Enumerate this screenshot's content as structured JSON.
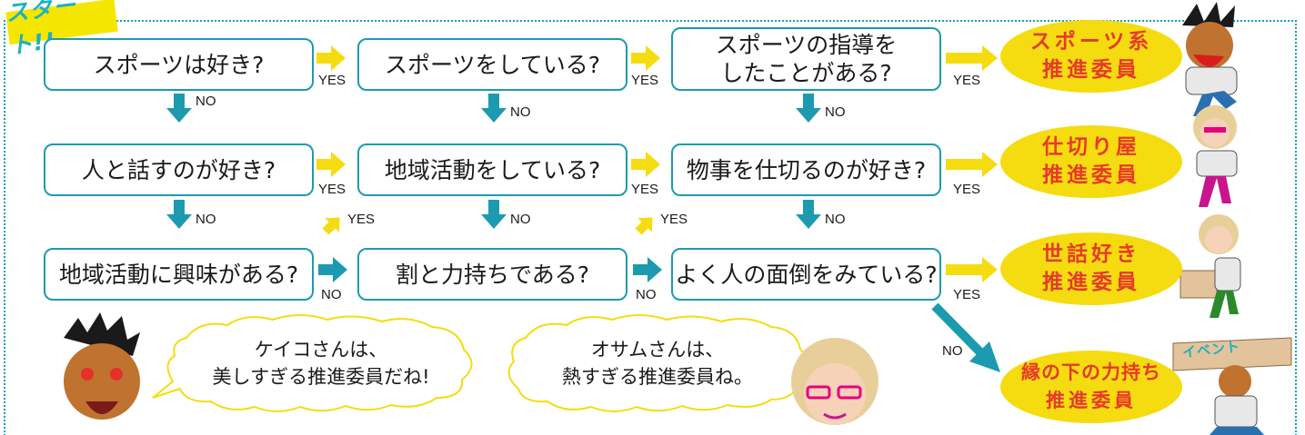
{
  "start_label": "スタート!!",
  "questions": [
    {
      "text": "スポーツは好き?"
    },
    {
      "text": "スポーツをしている?"
    },
    {
      "text": "スポーツの指導を\nしたことがある?"
    },
    {
      "text": "人と話すのが好き?"
    },
    {
      "text": "地域活動をしている?"
    },
    {
      "text": "物事を仕切るのが好き?"
    },
    {
      "text": "地域活動に興味がある?"
    },
    {
      "text": "割と力持ちである?"
    },
    {
      "text": "よく人の面倒をみている?"
    }
  ],
  "yes_label": "YES",
  "no_label": "NO",
  "results": [
    {
      "line1": "スポーツ系",
      "line2": "推進委員"
    },
    {
      "line1": "仕切り屋",
      "line2": "推進委員"
    },
    {
      "line1": "世話好き",
      "line2": "推進委員"
    },
    {
      "line1": "縁の下の力持ち",
      "line2": "推進委員"
    }
  ],
  "bubbles": [
    {
      "text": "ケイコさんは、\n美しすぎる推進委員だね!"
    },
    {
      "text": "オサムさんは、\n熱すぎる推進委員ね。"
    }
  ],
  "box_label": "イベント",
  "colors": {
    "yes_arrow": "#f5dc10",
    "no_arrow": "#1c9bb0",
    "result_text": "#e63a2a",
    "result_fill": "#f5dc10"
  }
}
